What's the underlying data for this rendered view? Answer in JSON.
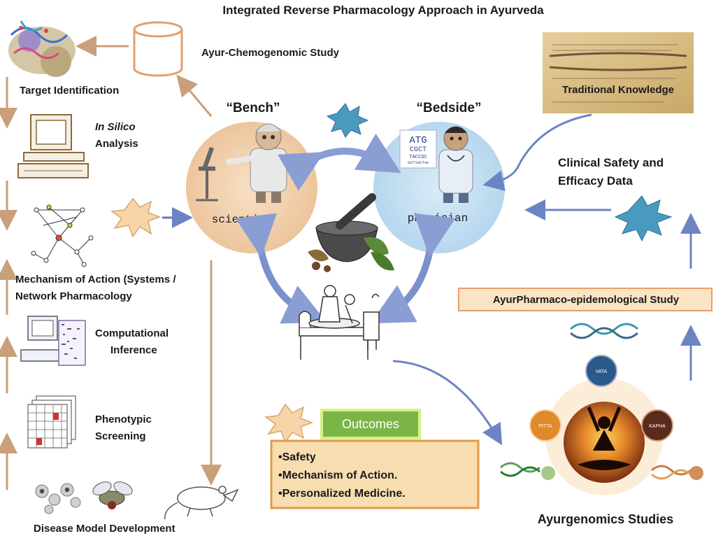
{
  "title": "Integrated Reverse Pharmacology Approach in Ayurveda",
  "left_column": {
    "target_identification": "Target Identification",
    "in_silico_line1": "In Silico",
    "in_silico_line2": "Analysis",
    "moa_line1": "Mechanism of Action  (Systems /",
    "moa_line2": "Network Pharmacology",
    "computational_line1": "Computational",
    "computational_line2": "Inference",
    "phenotypic_line1": "Phenotypic",
    "phenotypic_line2": "Screening",
    "disease_model": "Disease Model Development"
  },
  "top": {
    "ayur_chemogenomic": "Ayur-Chemogenomic Study"
  },
  "center": {
    "bench_label": "“Bench”",
    "bedside_label": "“Bedside”",
    "scientist_label": "scientist",
    "physician_label": "physician",
    "eye_chart": [
      "ATG",
      "CGCT",
      "TACCGC",
      "GGTTAACTAG"
    ]
  },
  "right_column": {
    "traditional_knowledge": "Traditional Knowledge",
    "clinical_line1": "Clinical  Safety and",
    "clinical_line2": "Efficacy Data",
    "ayurpharmaco": "AyurPharmaco-epidemological  Study",
    "ayurgenomics": "Ayurgenomics Studies",
    "doshas": [
      "VATA",
      "PITTA",
      "KAPHA"
    ]
  },
  "outcomes": {
    "heading": "Outcomes",
    "items": [
      "•Safety",
      "•Mechanism of Action.",
      "•Personalized    Medicine."
    ]
  },
  "colors": {
    "arrow_orange": "#c9a07a",
    "arrow_blue": "#6d84c4",
    "bench_circle": "#f2d2b0",
    "bedside_circle": "#c9e2f2",
    "star_blue": "#4a9ac0",
    "star_peach": "#f7d5a8",
    "outcomes_green": "#7bb548",
    "outcomes_box": "#f7ddb0"
  }
}
